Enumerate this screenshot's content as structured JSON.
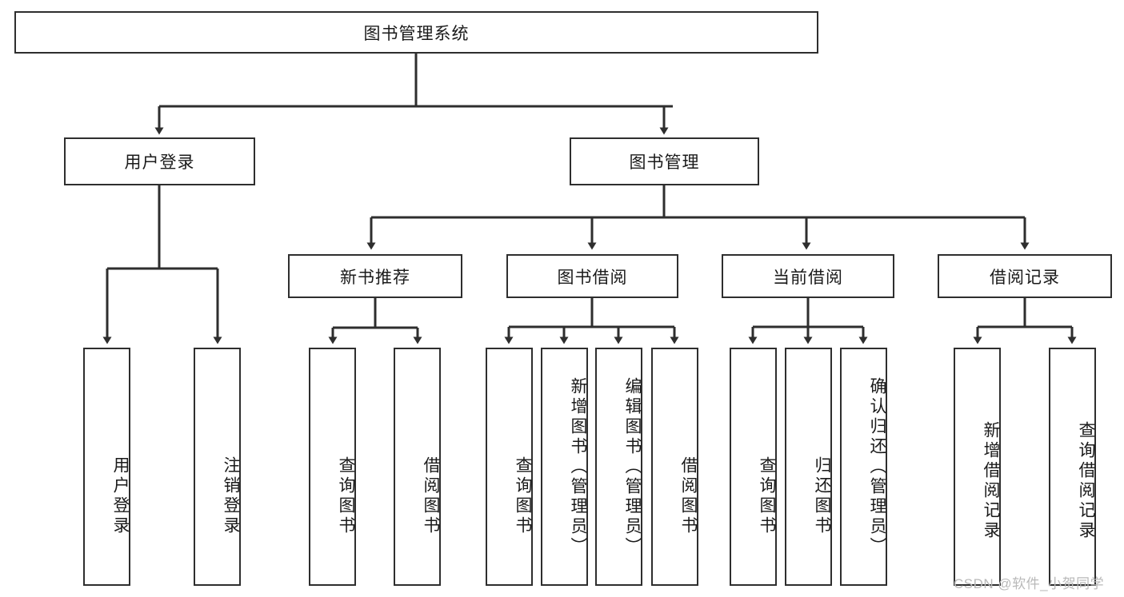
{
  "diagram": {
    "title": "图书管理系统",
    "watermark": "CSDN @软件_小贺同学",
    "stroke_color": "#2e2e2e",
    "fill_color": "#ffffff",
    "watermark_color": "#b9b9b9"
  },
  "nodes": {
    "root": {
      "label": "图书管理系统"
    },
    "level2": [
      {
        "label": "用户登录"
      },
      {
        "label": "图书管理"
      }
    ],
    "level3": [
      {
        "label": "新书推荐"
      },
      {
        "label": "图书借阅"
      },
      {
        "label": "当前借阅"
      },
      {
        "label": "借阅记录"
      }
    ],
    "leaves": {
      "user_login": [
        {
          "label": "用户登录"
        },
        {
          "label": "注销登录"
        }
      ],
      "new_book": [
        {
          "label": "查询图书"
        },
        {
          "label": "借阅图书"
        }
      ],
      "borrow_book": [
        {
          "label": "查询图书"
        },
        {
          "label": "新增图书（管理员）"
        },
        {
          "label": "编辑图书（管理员）"
        },
        {
          "label": "借阅图书"
        }
      ],
      "current_borrow": [
        {
          "label": "查询图书"
        },
        {
          "label": "归还图书"
        },
        {
          "label": "确认归还（管理员）"
        }
      ],
      "borrow_record": [
        {
          "label": "新增借阅记录"
        },
        {
          "label": "查询借阅记录"
        }
      ]
    }
  }
}
